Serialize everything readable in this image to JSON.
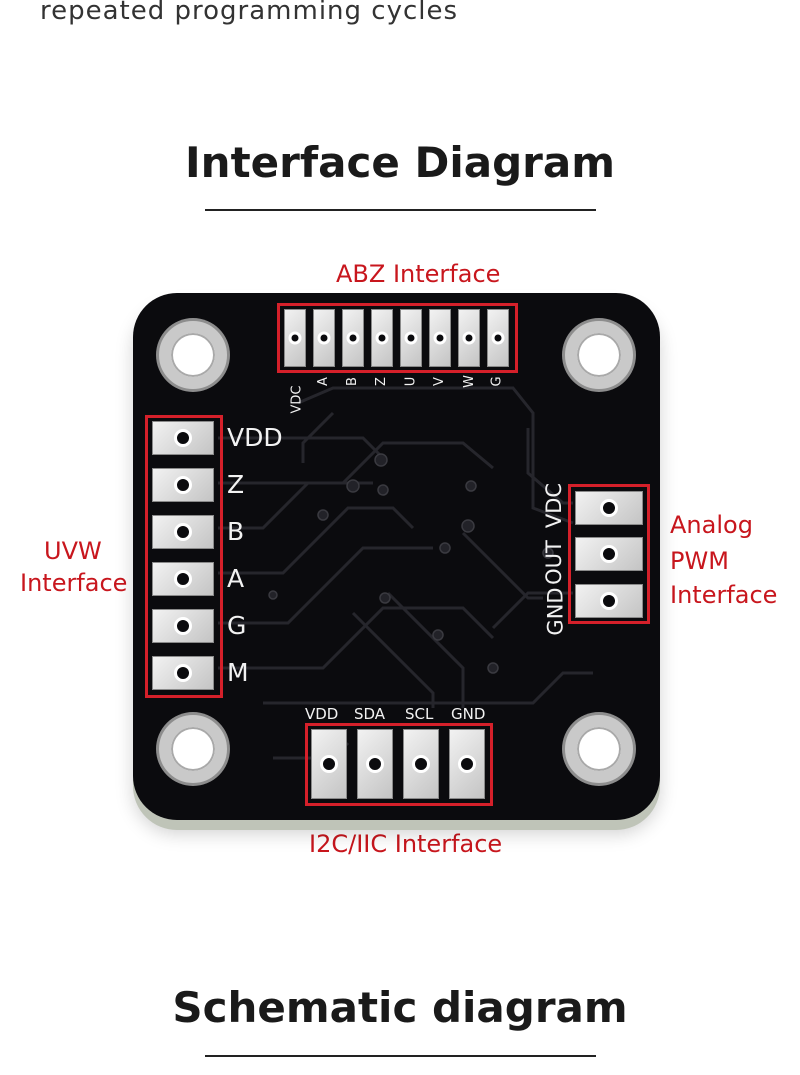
{
  "intro_line": "repeated programming cycles",
  "title_interface": "Interface Diagram",
  "title_schematic": "Schematic diagram",
  "callouts": {
    "abz": "ABZ Interface",
    "uvw_line1": "UVW",
    "uvw_line2": "Interface",
    "analog_line1": "Analog",
    "analog_line2": "PWM",
    "analog_line3": "Interface",
    "i2c": "I2C/IIC Interface"
  },
  "abz_pins": [
    "VDC",
    "A",
    "B",
    "Z",
    "U",
    "V",
    "W",
    "G"
  ],
  "uvw_pins": [
    "VDD",
    "Z",
    "B",
    "A",
    "G",
    "M"
  ],
  "analog_pins": [
    "VDC",
    "OUT",
    "GND"
  ],
  "i2c_pins": [
    "VDD",
    "SDA",
    "SCL",
    "GND"
  ],
  "colors": {
    "callout_red": "#c8161d",
    "board": "#0b0b0e",
    "pad": "#d8d8d8"
  }
}
